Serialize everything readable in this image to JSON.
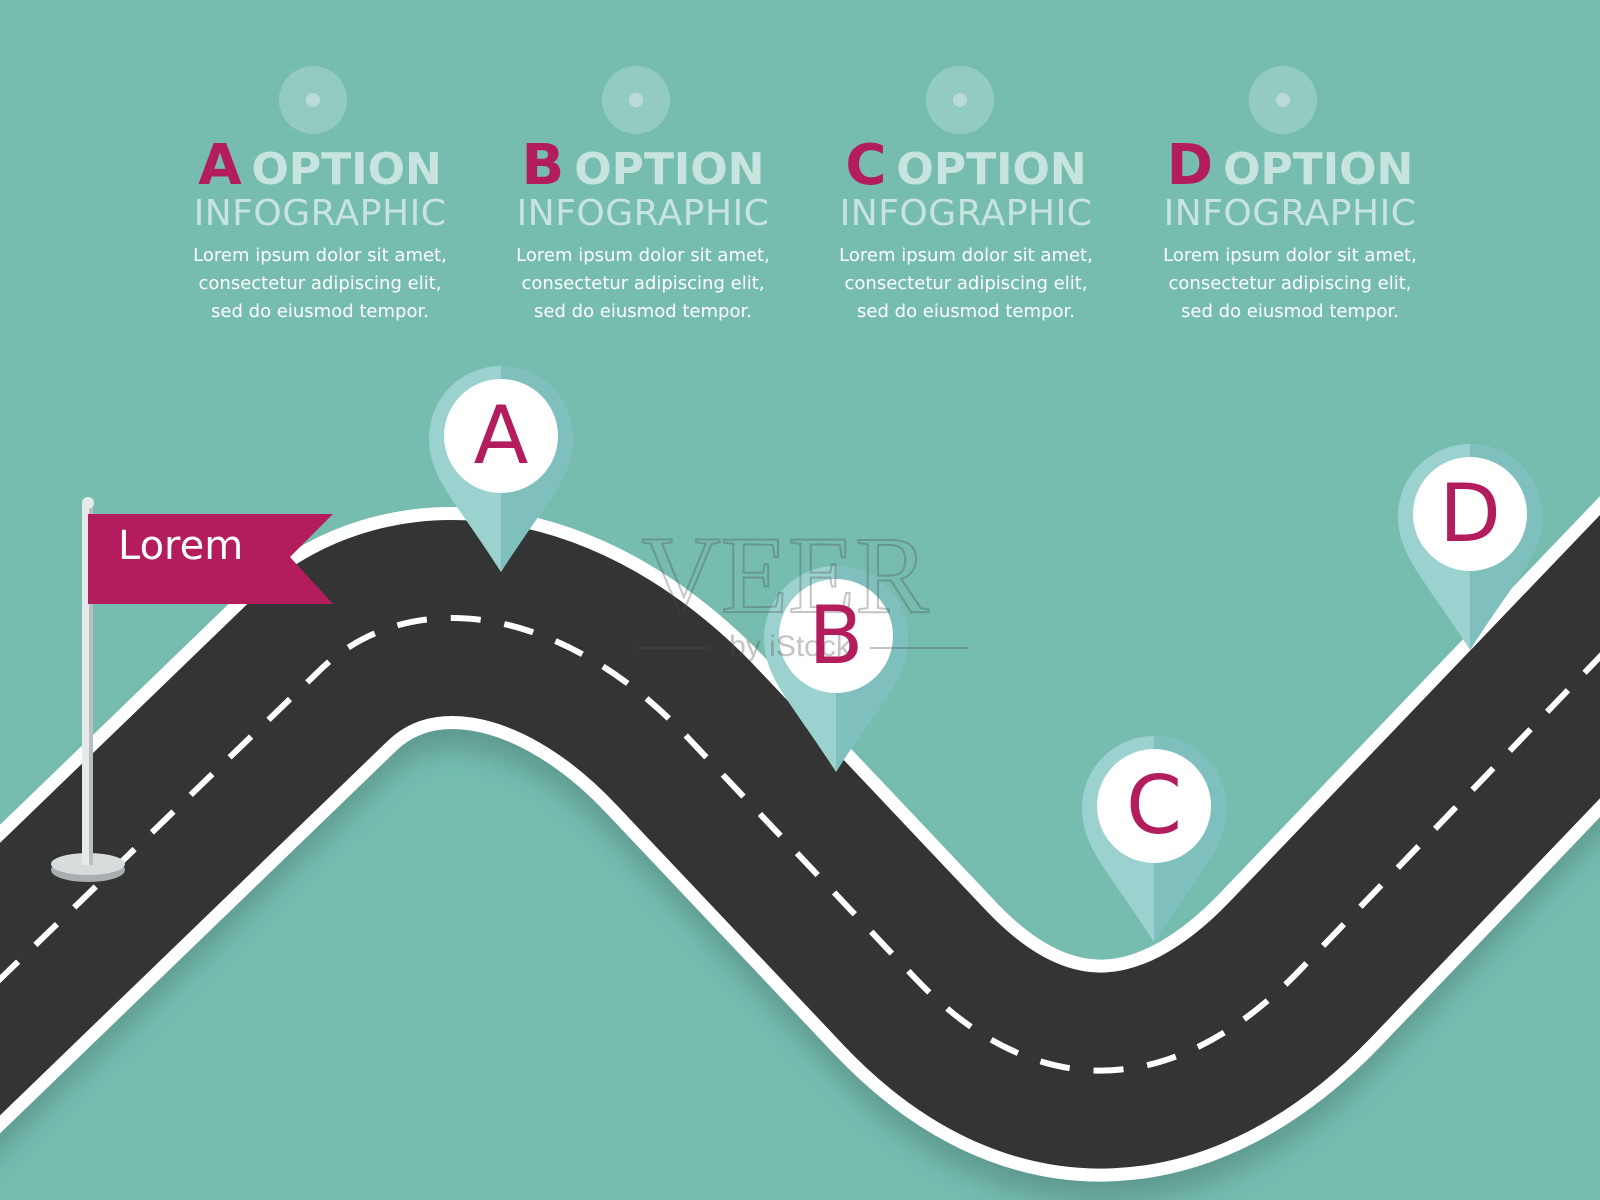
{
  "colors": {
    "background": "#76bdb0",
    "accent": "#b41d5d",
    "road": "#343434",
    "road_edge": "#ffffff",
    "pin": "#9bd1cf",
    "option_text": "#c8e4de"
  },
  "timeline": {
    "markers": [
      "A",
      "B",
      "C",
      "D"
    ]
  },
  "options": [
    {
      "letter": "A",
      "word": "OPTION",
      "sub": "INFOGRAPHIC",
      "body_line1": "Lorem ipsum dolor sit amet,",
      "body_line2": "consectetur adipiscing elit,",
      "body_line3": "sed do eiusmod tempor."
    },
    {
      "letter": "B",
      "word": "OPTION",
      "sub": "INFOGRAPHIC",
      "body_line1": "Lorem ipsum dolor sit amet,",
      "body_line2": "consectetur adipiscing elit,",
      "body_line3": "sed do eiusmod tempor."
    },
    {
      "letter": "C",
      "word": "OPTION",
      "sub": "INFOGRAPHIC",
      "body_line1": "Lorem ipsum dolor sit amet,",
      "body_line2": "consectetur adipiscing elit,",
      "body_line3": "sed do eiusmod tempor."
    },
    {
      "letter": "D",
      "word": "OPTION",
      "sub": "INFOGRAPHIC",
      "body_line1": "Lorem ipsum dolor sit amet,",
      "body_line2": "consectetur adipiscing elit,",
      "body_line3": "sed do eiusmod tempor."
    }
  ],
  "flag": {
    "label": "Lorem"
  },
  "pins": [
    {
      "letter": "A"
    },
    {
      "letter": "B"
    },
    {
      "letter": "C"
    },
    {
      "letter": "D"
    }
  ],
  "watermark": {
    "text": "VEER",
    "sub": "by iStock"
  }
}
